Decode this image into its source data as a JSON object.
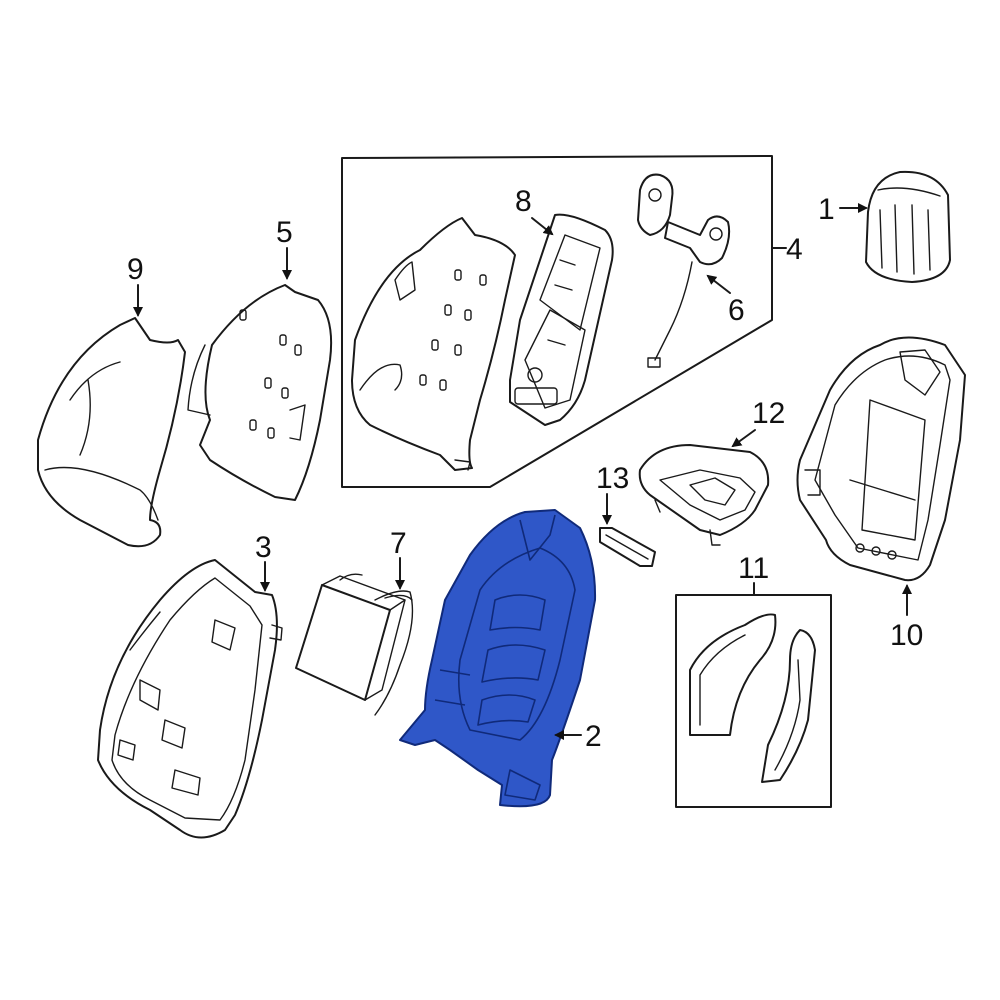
{
  "colors": {
    "highlight": "#2f57c8",
    "highlight_stroke": "#102a7a",
    "line": "#1a1a1a",
    "background": "#ffffff"
  },
  "callouts": {
    "c1": "1",
    "c2": "2",
    "c3": "3",
    "c4": "4",
    "c5": "5",
    "c6": "6",
    "c7": "7",
    "c8": "8",
    "c9": "9",
    "c10": "10",
    "c11": "11",
    "c12": "12",
    "c13": "13"
  }
}
